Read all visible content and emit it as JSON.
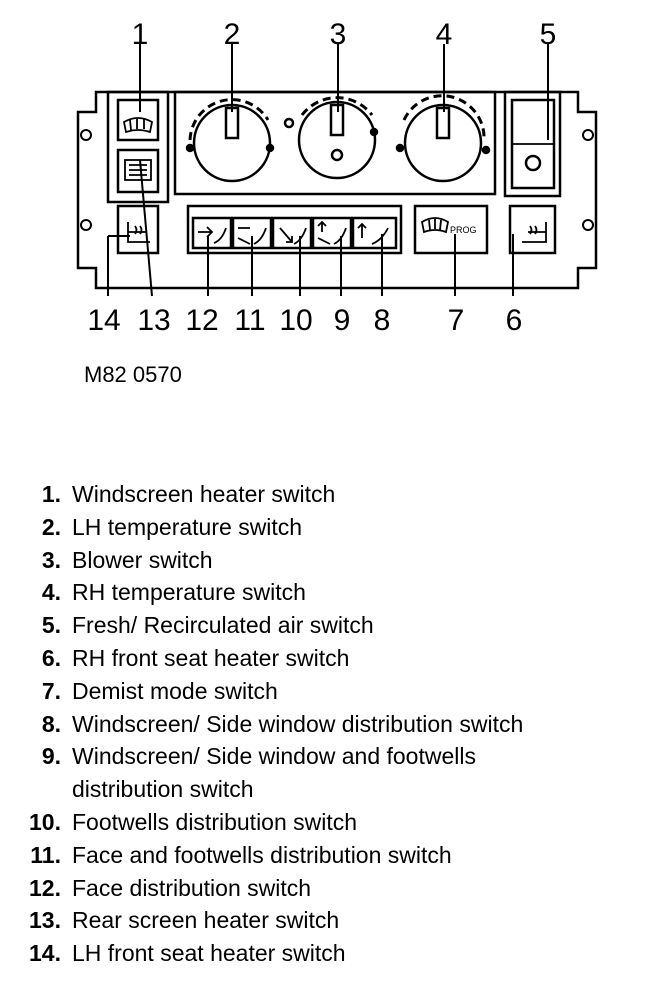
{
  "figure": {
    "callouts": [
      "1",
      "2",
      "3",
      "4",
      "5",
      "6",
      "7",
      "8",
      "9",
      "10",
      "11",
      "12",
      "13",
      "14"
    ],
    "reference": "M82 0570",
    "prog_label": "PROG"
  },
  "legend": [
    {
      "num": "1.",
      "text": "Windscreen heater switch"
    },
    {
      "num": "2.",
      "text": "LH temperature switch"
    },
    {
      "num": "3.",
      "text": "Blower switch"
    },
    {
      "num": "4.",
      "text": "RH temperature switch"
    },
    {
      "num": "5.",
      "text": "Fresh/ Recirculated air switch"
    },
    {
      "num": "6.",
      "text": "RH front seat heater switch"
    },
    {
      "num": "7.",
      "text": "Demist mode switch"
    },
    {
      "num": "8.",
      "text": "Windscreen/ Side window distribution switch"
    },
    {
      "num": "9.",
      "text": "Windscreen/ Side window and footwells distribution switch"
    },
    {
      "num": "10.",
      "text": "Footwells distribution switch"
    },
    {
      "num": "11.",
      "text": "Face and footwells distribution switch"
    },
    {
      "num": "12.",
      "text": "Face distribution switch"
    },
    {
      "num": "13.",
      "text": "Rear screen heater switch"
    },
    {
      "num": "14.",
      "text": "LH front seat heater switch"
    }
  ]
}
